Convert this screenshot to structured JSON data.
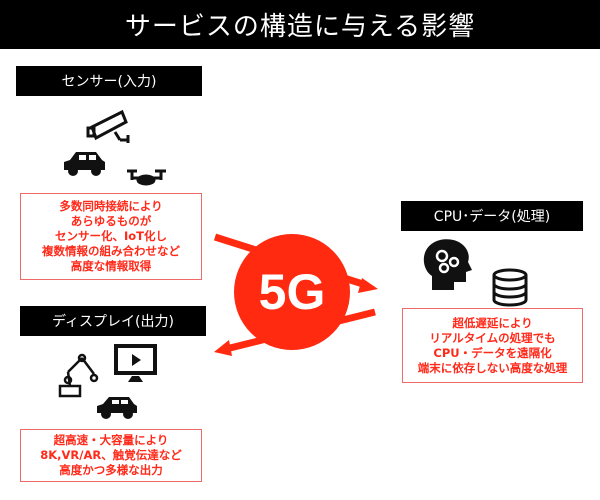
{
  "title": "サービスの構造に与える影響",
  "accent": "#ff2a10",
  "sensor": {
    "header": "センサー(入力)",
    "icons": [
      "security-camera-icon",
      "car-icon",
      "drone-icon"
    ],
    "lines": [
      "多数同時接続により",
      "あらゆるものが",
      "センサー化、IoT化し",
      "複数情報の組み合わせなど",
      "高度な情報取得"
    ]
  },
  "display": {
    "header": "ディスプレイ(出力)",
    "icons": [
      "robot-arm-icon",
      "monitor-play-icon",
      "car-icon"
    ],
    "lines": [
      "超高速・大容量により",
      "8K,VR/AR、触覚伝達など",
      "高度かつ多様な出力"
    ]
  },
  "cpu": {
    "header": "CPU･データ(処理)",
    "icons": [
      "head-gears-icon",
      "database-icon"
    ],
    "lines": [
      "超低遅延により",
      "リアルタイムの処理でも",
      "CPU・データを遠隔化",
      "端末に依存しない高度な処理"
    ]
  },
  "center": {
    "label": "5G"
  }
}
